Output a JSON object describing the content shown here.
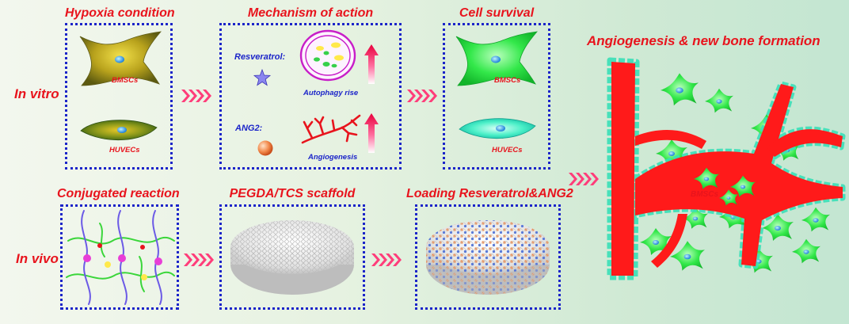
{
  "rows": {
    "in_vitro": "In vitro",
    "in_vivo": "In vivo"
  },
  "panels": {
    "hypoxia": {
      "title": "Hypoxia condition",
      "cell1": "BMSCs",
      "cell2": "HUVECs"
    },
    "mechanism": {
      "title": "Mechanism of action",
      "resveratrol": "Resveratrol:",
      "autophagy": "Autophagy rise",
      "ang2": "ANG2:",
      "angiogenesis": "Angiogenesis"
    },
    "survival": {
      "title": "Cell survival",
      "cell1": "BMSCs",
      "cell2": "HUVECs"
    },
    "conjugated": {
      "title": "Conjugated reaction"
    },
    "scaffold": {
      "title": "PEGDA/TCS scaffold"
    },
    "loading": {
      "title": "Loading Resveratrol&ANG2"
    },
    "result": {
      "title": "Angiogenesis & new bone formation",
      "cell": "BMSCs"
    }
  },
  "colors": {
    "accent_red": "#e8141d",
    "box_border": "#1b24c9",
    "vessel": "#ff1a1a",
    "cell_green": "#33e84a",
    "arrow_pink": "#ff3d7a"
  }
}
